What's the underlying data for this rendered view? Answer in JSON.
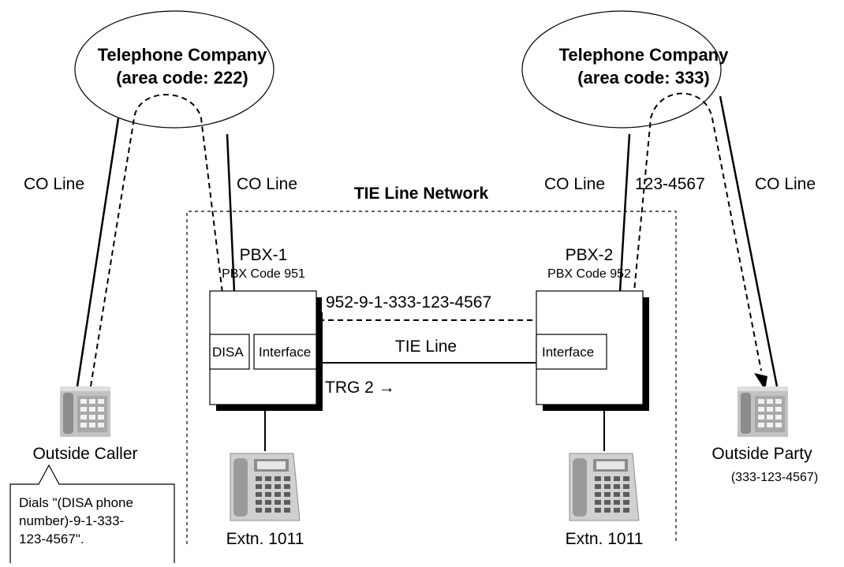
{
  "telco_left": {
    "title": "Telephone Company",
    "area": "(area code: 222)"
  },
  "telco_right": {
    "title": "Telephone Company",
    "area": "(area code: 333)"
  },
  "co_line_label": "CO Line",
  "tie_network_title": "TIE Line Network",
  "pbx1": {
    "name": "PBX-1",
    "code": "PBX Code 951",
    "disa": "DISA",
    "interface": "Interface"
  },
  "pbx2": {
    "name": "PBX-2",
    "code": "PBX Code 952",
    "interface": "Interface"
  },
  "dial_string": "952-9-1-333-123-4567",
  "tie_line_label": "TIE Line",
  "trg_label": "TRG 2 →",
  "phone_number_label": "123-4567",
  "outside_caller": "Outside Caller",
  "outside_party": "Outside Party",
  "outside_party_number": "(333-123-4567)",
  "extension_left": "Extn. 1011",
  "extension_right": "Extn. 1011",
  "callout_lines": [
    "Dials \"(DISA phone",
    "number)-9-1-333-",
    "123-4567\"."
  ],
  "colors": {
    "line": "#000000",
    "phone_body": "#b8b8b8",
    "phone_shade": "#8c8c8c",
    "phone_keys": "#f2f2f2"
  }
}
